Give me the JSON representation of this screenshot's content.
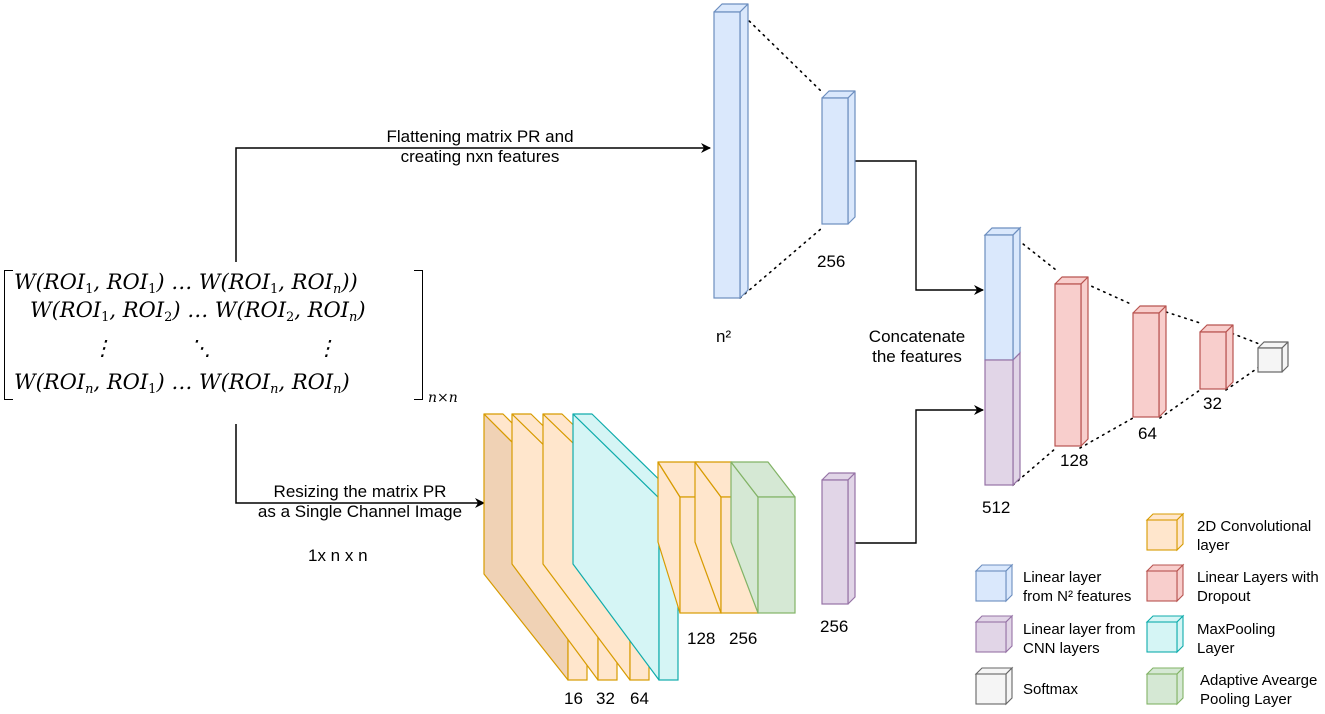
{
  "matrix": {
    "rows": [
      [
        "W(ROI",
        "1",
        ", ROI",
        "1",
        ") … W(ROI",
        "1",
        ", ROI",
        "n",
        "))"
      ],
      [
        "W(ROI",
        "1",
        ", ROI",
        "2",
        ") … W(ROI",
        "2",
        ", ROI",
        "n",
        ")"
      ],
      [
        "W(ROI",
        "n",
        ", ROI",
        "1",
        ") … W(ROI",
        "n",
        ", ROI",
        "n",
        ")"
      ]
    ],
    "dots_row": [
      "⋮",
      "⋱",
      "⋮"
    ],
    "size_subscript": "n×n"
  },
  "labels": {
    "flatten_line1": "Flattening matrix PR and",
    "flatten_line2": "creating nxn features",
    "resize_line1": "Resizing the matrix PR",
    "resize_line2": "as a Single Channel Image",
    "input_shape": "1x n x n",
    "n_squared": "n²",
    "linear_256_top": "256",
    "concat_line1": "Concatenate",
    "concat_line2": "the features",
    "concat_512": "512",
    "dropout_128": "128",
    "dropout_64": "64",
    "dropout_32": "32",
    "conv_16": "16",
    "conv_32": "32",
    "conv_64": "64",
    "conv_128": "128",
    "conv_256": "256",
    "cnn_linear_256": "256"
  },
  "legend": [
    {
      "id": "linear-n2",
      "line1": "Linear layer",
      "line2": "from N² features",
      "fill": "#dae8fc",
      "stroke": "#6c8ebf"
    },
    {
      "id": "conv2d",
      "line1": "2D Convolutional",
      "line2": "layer",
      "fill": "#ffe6cc",
      "stroke": "#d79b00"
    },
    {
      "id": "linear-dropout",
      "line1": "Linear Layers with",
      "line2": "Dropout",
      "fill": "#f8cecc",
      "stroke": "#b85450"
    },
    {
      "id": "linear-cnn",
      "line1": "Linear layer from",
      "line2": "CNN layers",
      "fill": "#e1d5e7",
      "stroke": "#9673a6"
    },
    {
      "id": "maxpool",
      "line1": "MaxPooling",
      "line2": "Layer",
      "fill": "#d5f5f5",
      "stroke": "#10acac"
    },
    {
      "id": "softmax",
      "line1": "Softmax",
      "line2": "",
      "fill": "#f5f5f5",
      "stroke": "#666666"
    },
    {
      "id": "adaptive-pool",
      "line1": "Adaptive Avearge",
      "line2": "Pooling Layer",
      "fill": "#d5e8d4",
      "stroke": "#82b366"
    }
  ],
  "colors": {
    "linear_n2_fill": "#dae8fc",
    "linear_n2_stroke": "#6c8ebf",
    "conv_fill": "#ffe6cc",
    "conv_front": "#f0d2b5",
    "conv_stroke": "#d79b00",
    "dropout_fill": "#f8cecc",
    "dropout_stroke": "#b85450",
    "cnn_linear_fill": "#e1d5e7",
    "cnn_linear_stroke": "#9673a6",
    "maxpool_fill": "#d5f5f5",
    "maxpool_stroke": "#10acac",
    "softmax_fill": "#f5f5f5",
    "softmax_stroke": "#666666",
    "adaptive_fill": "#d5e8d4",
    "adaptive_stroke": "#82b366"
  }
}
